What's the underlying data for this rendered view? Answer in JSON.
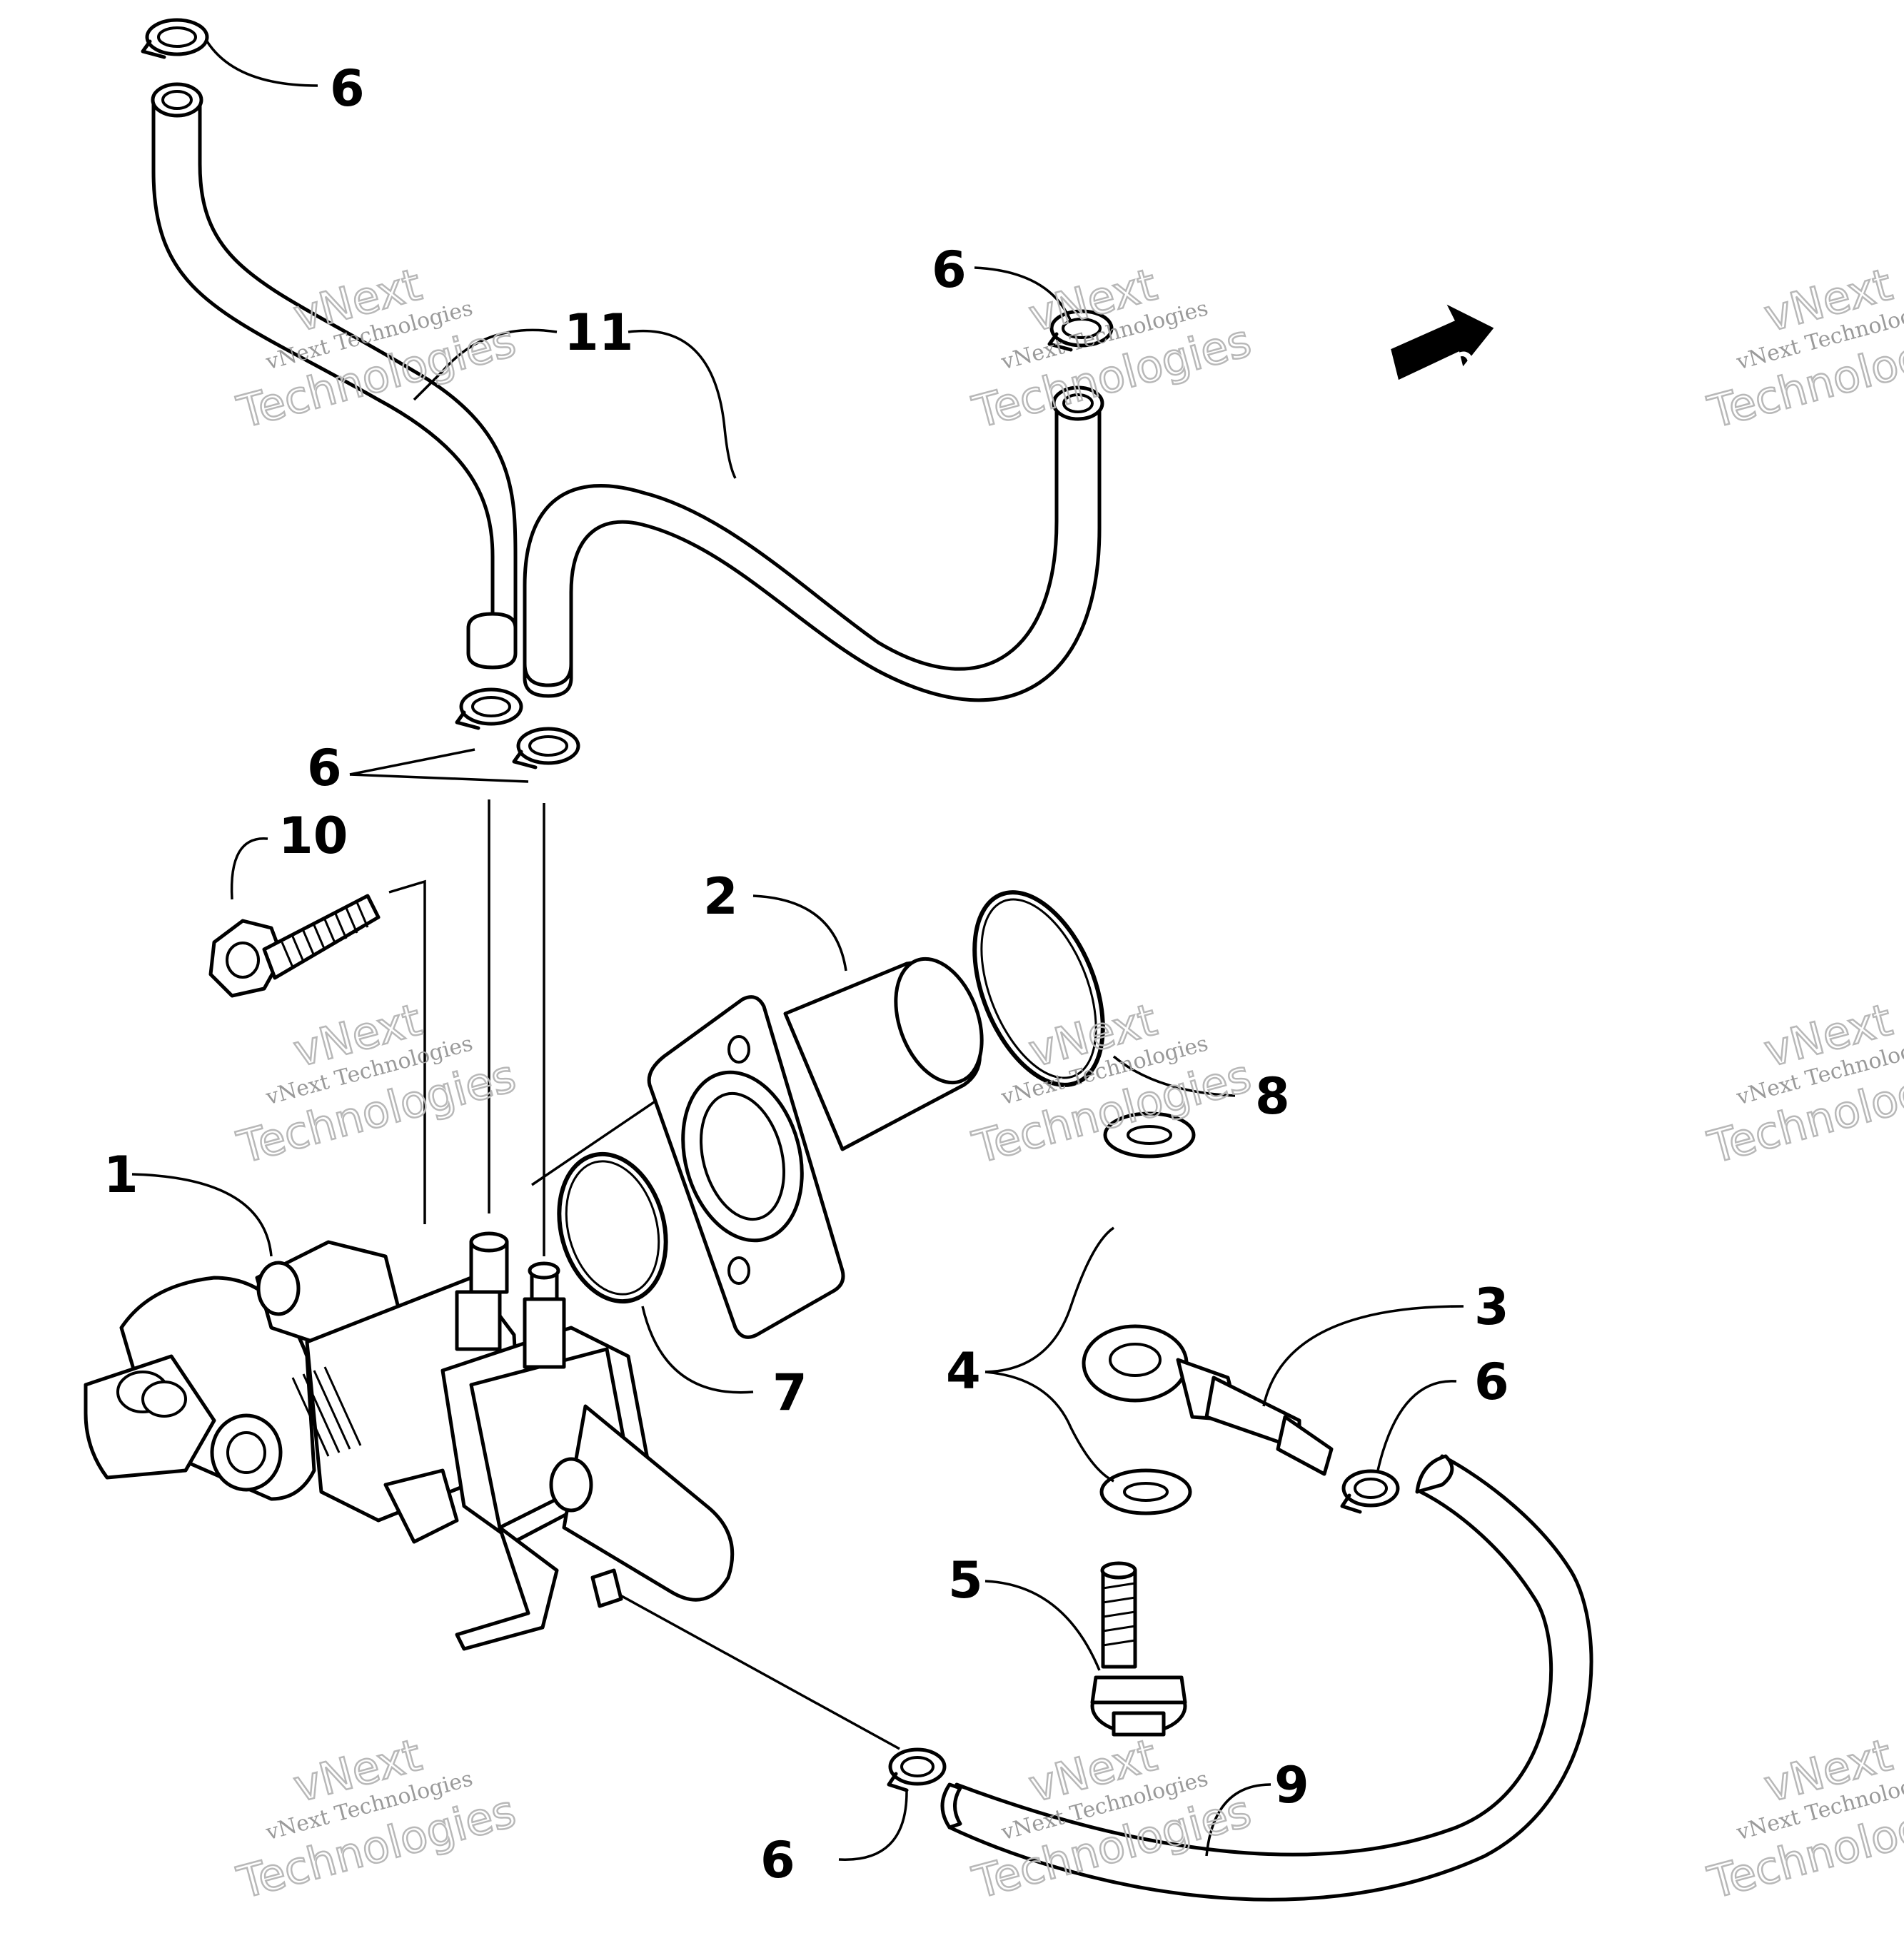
{
  "diagram": {
    "callouts": {
      "c1": "1",
      "c2": "2",
      "c3": "3",
      "c4": "4",
      "c5": "5",
      "c6a": "6",
      "c6b": "6",
      "c6c": "6",
      "c6d": "6",
      "c6e": "6",
      "c7": "7",
      "c8": "8",
      "c9": "9",
      "c10": "10",
      "c11": "11"
    },
    "direction_arrow": "FWD",
    "watermark": {
      "line1": "vNext",
      "line2": "vNext Technologies",
      "line3": "Technologies",
      "partial": "vNext Technolog"
    }
  }
}
